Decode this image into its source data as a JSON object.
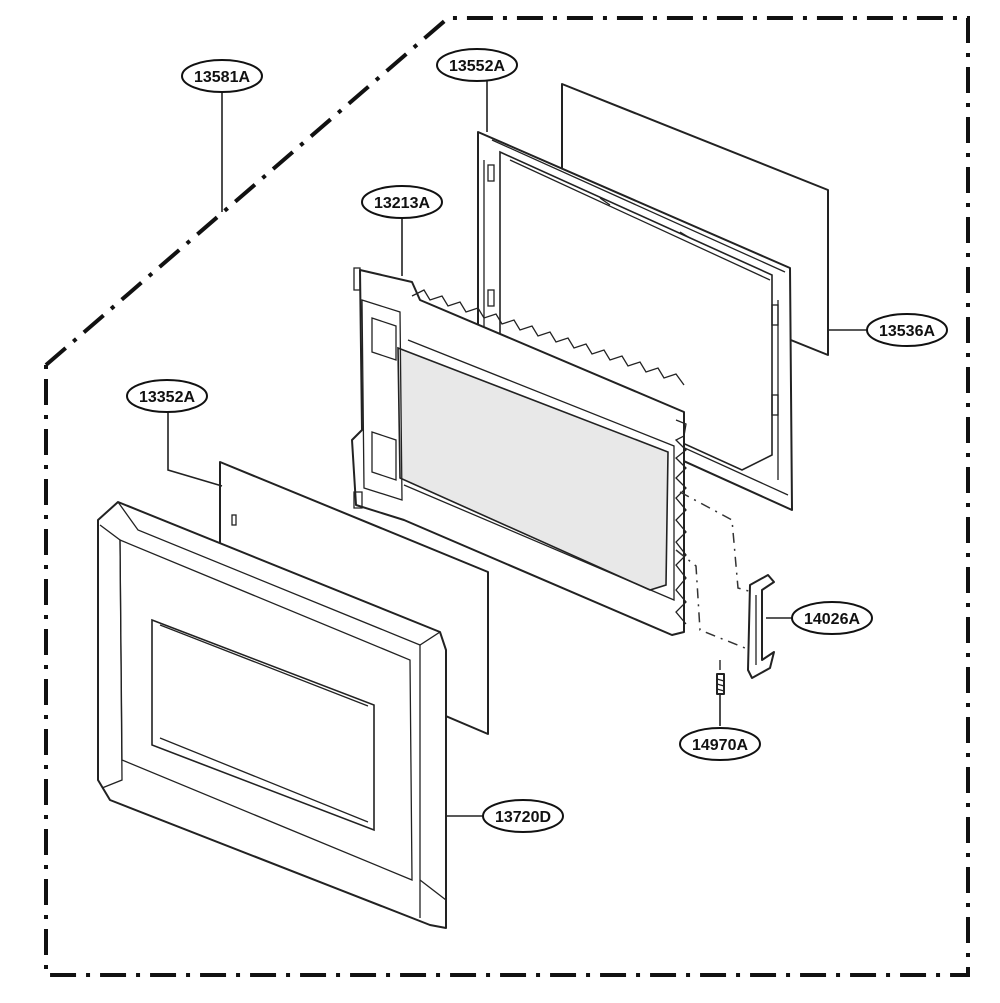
{
  "labels": {
    "assembly": "13581A",
    "door_frame": "13552A",
    "door_panel": "13213A",
    "screen": "13536A",
    "choke_sheet": "13352A",
    "latch_lever": "14026A",
    "spring": "14970A",
    "door_cover": "13720D"
  },
  "colors": {
    "line": "#222222",
    "glass": "#e8e8e8",
    "background": "#ffffff"
  }
}
